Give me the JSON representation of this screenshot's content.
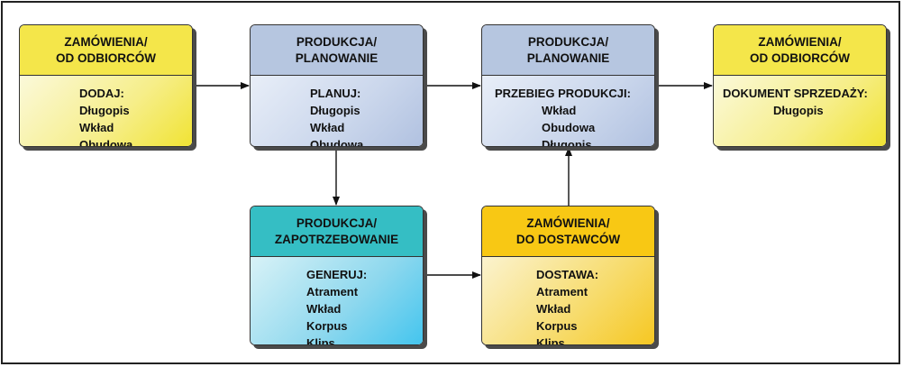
{
  "colors": {
    "yellow": "#f4e64a",
    "blue": "#b6c6e0",
    "teal": "#35bec4",
    "orange": "#f8c814"
  },
  "nodes": {
    "orders_customers_1": {
      "title1": "ZAMÓWIENIA/",
      "title2": "OD ODBIORCÓW",
      "heading": "DODAJ:",
      "items": [
        "Długopis",
        "Wkład",
        "Obudowa"
      ]
    },
    "production_planning_1": {
      "title1": "PRODUKCJA/",
      "title2": "PLANOWANIE",
      "heading": "PLANUJ:",
      "items": [
        "Długopis",
        "Wkład",
        "Obudowa"
      ]
    },
    "production_planning_2": {
      "title1": "PRODUKCJA/",
      "title2": "PLANOWANIE",
      "heading": "PRZEBIEG PRODUKCJI:",
      "items": [
        "Wkład",
        "Obudowa",
        "Długopis"
      ]
    },
    "orders_customers_2": {
      "title1": "ZAMÓWIENIA/",
      "title2": "OD ODBIORCÓW",
      "heading": "DOKUMENT SPRZEDAŻY:",
      "items": [
        "Długopis"
      ]
    },
    "production_requirements": {
      "title1": "PRODUKCJA/",
      "title2": "ZAPOTRZEBOWANIE",
      "heading": "GENERUJ:",
      "items": [
        "Atrament",
        "Wkład",
        "Korpus",
        "Klips"
      ]
    },
    "orders_suppliers": {
      "title1": "ZAMÓWIENIA/",
      "title2": "DO DOSTAWCÓW",
      "heading": "DOSTAWA:",
      "items": [
        "Atrament",
        "Wkład",
        "Korpus",
        "Klips"
      ]
    }
  }
}
